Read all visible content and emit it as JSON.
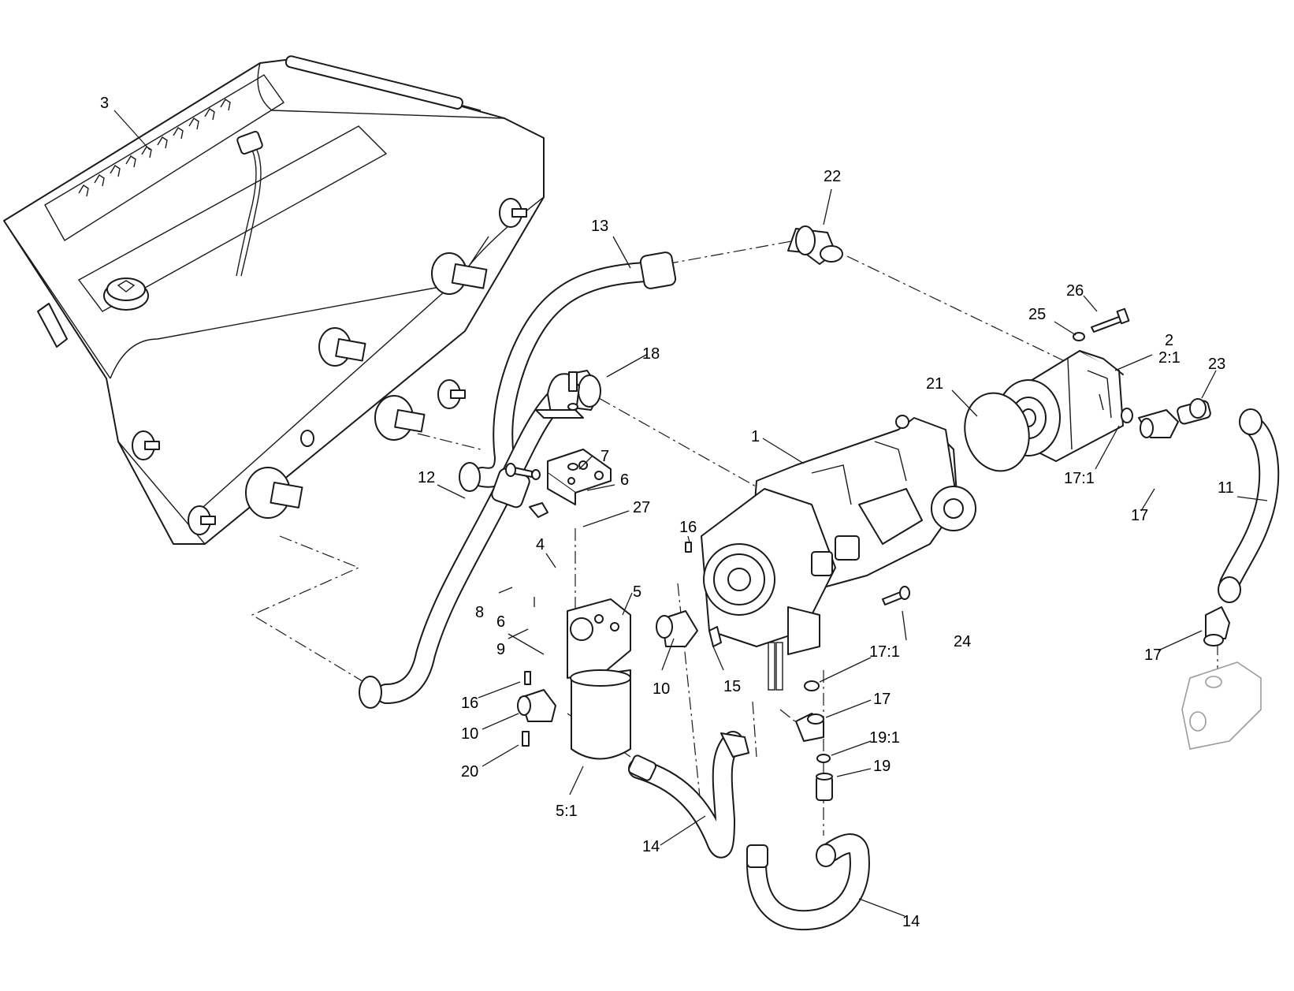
{
  "diagram": {
    "callouts": [
      {
        "id": "c3",
        "text": "3"
      },
      {
        "id": "c22",
        "text": "22"
      },
      {
        "id": "c13",
        "text": "13"
      },
      {
        "id": "c26",
        "text": "26"
      },
      {
        "id": "c25",
        "text": "25"
      },
      {
        "id": "c2",
        "text": "2"
      },
      {
        "id": "c2_1",
        "text": "2:1"
      },
      {
        "id": "c18",
        "text": "18"
      },
      {
        "id": "c23",
        "text": "23"
      },
      {
        "id": "c21",
        "text": "21"
      },
      {
        "id": "c1",
        "text": "1"
      },
      {
        "id": "c17_1a",
        "text": "17:1"
      },
      {
        "id": "c11",
        "text": "11"
      },
      {
        "id": "c7",
        "text": "7"
      },
      {
        "id": "c6a",
        "text": "6"
      },
      {
        "id": "c27",
        "text": "27"
      },
      {
        "id": "c17a",
        "text": "17"
      },
      {
        "id": "c16a",
        "text": "16"
      },
      {
        "id": "c12",
        "text": "12"
      },
      {
        "id": "c4",
        "text": "4"
      },
      {
        "id": "c5",
        "text": "5"
      },
      {
        "id": "c8",
        "text": "8"
      },
      {
        "id": "c6b",
        "text": "6"
      },
      {
        "id": "c24",
        "text": "24"
      },
      {
        "id": "c9",
        "text": "9"
      },
      {
        "id": "c10a",
        "text": "10"
      },
      {
        "id": "c15",
        "text": "15"
      },
      {
        "id": "c17_1b",
        "text": "17:1"
      },
      {
        "id": "c17b",
        "text": "17"
      },
      {
        "id": "c16b",
        "text": "16"
      },
      {
        "id": "c17c",
        "text": "17"
      },
      {
        "id": "c10b",
        "text": "10"
      },
      {
        "id": "c19_1",
        "text": "19:1"
      },
      {
        "id": "c20",
        "text": "20"
      },
      {
        "id": "c19",
        "text": "19"
      },
      {
        "id": "c5_1",
        "text": "5:1"
      },
      {
        "id": "c14a",
        "text": "14"
      },
      {
        "id": "c14b",
        "text": "14"
      }
    ]
  }
}
